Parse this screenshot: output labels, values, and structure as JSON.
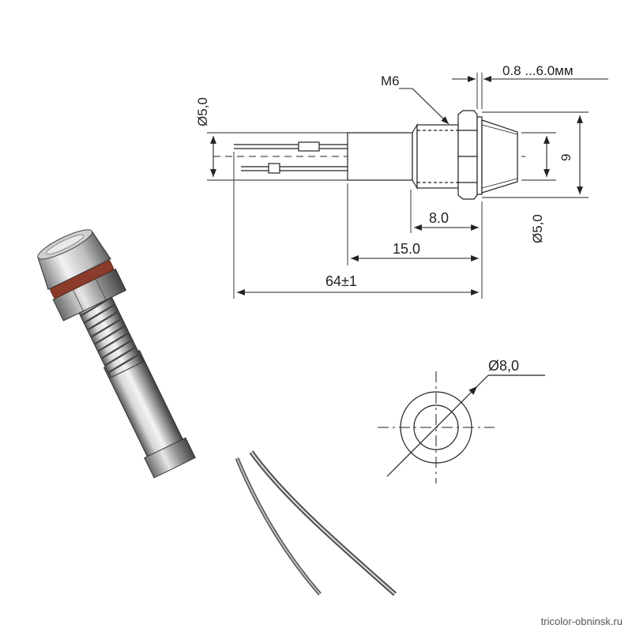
{
  "drawing": {
    "labels": {
      "thread": "M6",
      "panel_thickness": "0.8 ...6.0мм",
      "lead_diameter": "Ø5,0",
      "nut_width": "9",
      "front_diameter": "Ø5,0",
      "thread_length": "8.0",
      "body_length": "15.0",
      "total_length": "64±1",
      "ring_diameter": "Ø8,0"
    }
  },
  "footer": {
    "site": "tricolor-obninsk.ru"
  }
}
